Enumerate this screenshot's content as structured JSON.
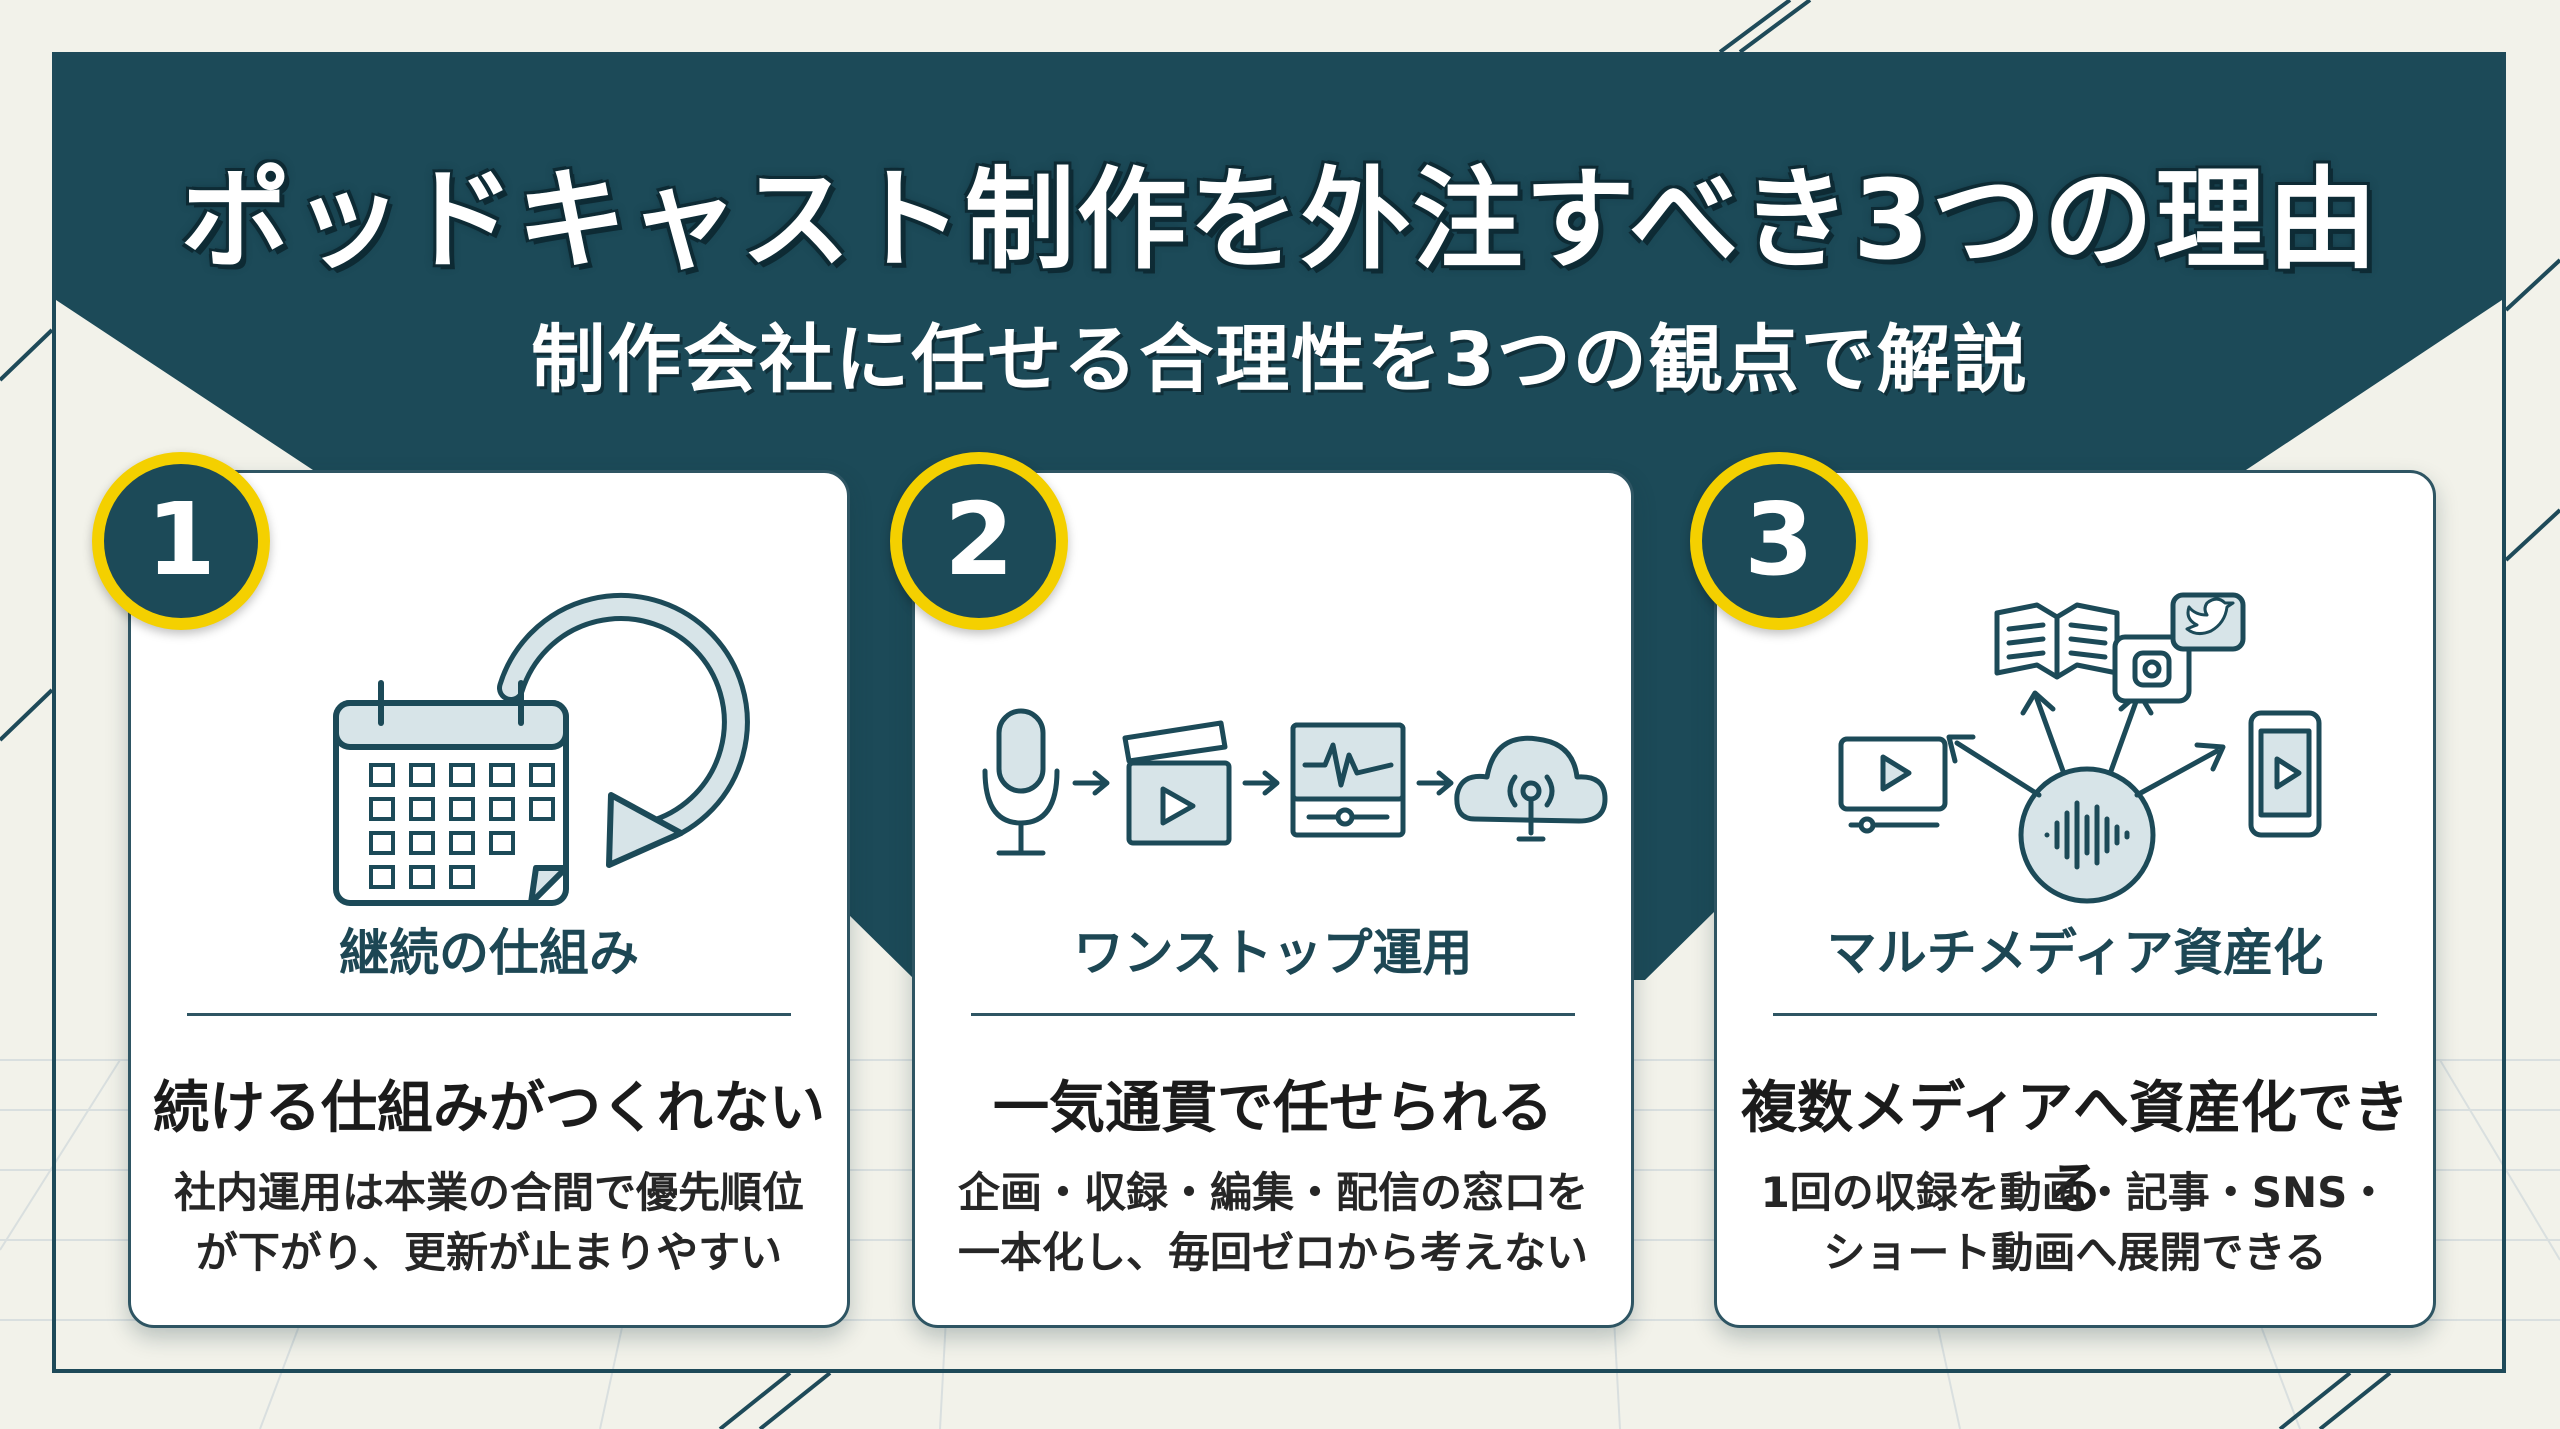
{
  "header": {
    "title": "ポッドキャスト制作を外注すべき3つの理由",
    "subtitle": "制作会社に任せる合理性を3つの観点で解説"
  },
  "colors": {
    "primary": "#1c4a58",
    "accent_yellow": "#f4d000",
    "icon_fill": "#d7e4e8",
    "background": "#f2f2ea"
  },
  "cards": [
    {
      "number": "1",
      "icon": "calendar-cycle-icon",
      "feature": "継続の仕組み",
      "headline": "続ける仕組みがつくれない",
      "desc_line1": "社内運用は本業の合間で優先順位",
      "desc_line2": "が下がり、更新が止まりやすい"
    },
    {
      "number": "2",
      "icon": "production-workflow-icon",
      "feature": "ワンストップ運用",
      "headline": "一気通貫で任せられる",
      "desc_line1": "企画・収録・編集・配信の窓口を",
      "desc_line2": "一本化し、毎回ゼロから考えない"
    },
    {
      "number": "3",
      "icon": "multimedia-distribution-icon",
      "feature": "マルチメディア資産化",
      "headline": "複数メディアへ資産化できる",
      "desc_line1": "1回の収録を動画・記事・SNS・",
      "desc_line2": "ショート動画へ展開できる"
    }
  ]
}
